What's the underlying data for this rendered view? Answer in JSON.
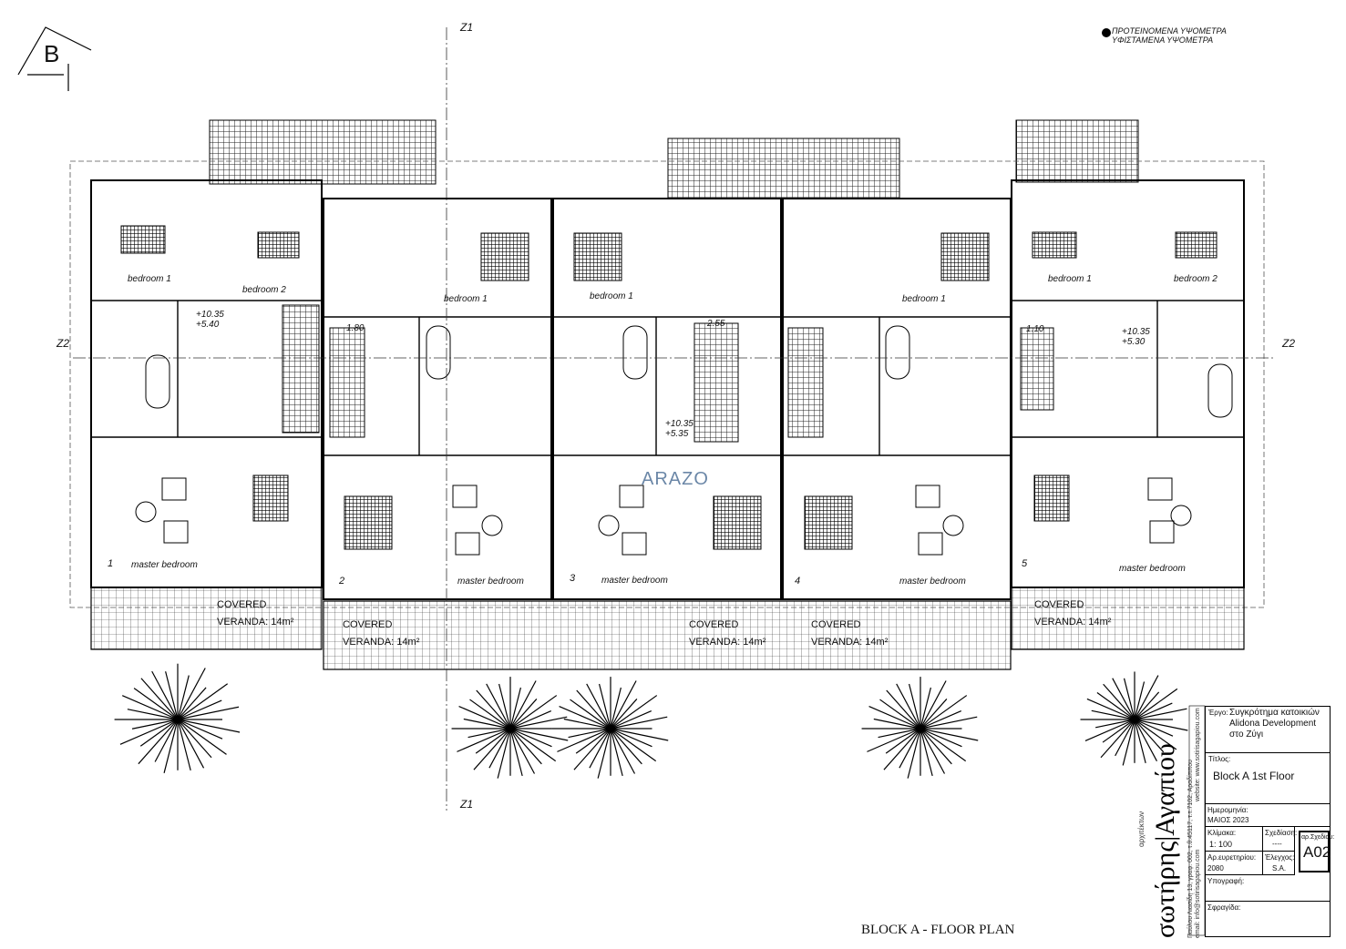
{
  "legend": {
    "proposed": "ΠΡΟΤΕΙΝΟΜΕΝΑ ΥΨΟΜΕΤΡΑ",
    "existing": "ΥΦΙΣΤΑΜΕΝΑ ΥΨΟΜΕΤΡΑ"
  },
  "north_label": "B",
  "section_lines": {
    "z1": "Z1",
    "z2": "Z2"
  },
  "rooms": {
    "bedroom1": "bedroom 1",
    "bedroom2": "bedroom 2",
    "master": "master bedroom",
    "units": [
      "1",
      "2",
      "3",
      "4",
      "5"
    ]
  },
  "veranda": {
    "line1": "COVERED",
    "line2": "VERANDA: 14m²"
  },
  "levels": [
    {
      "top": "+10.35",
      "bottom": "+5.40"
    },
    {
      "top": "+10.35",
      "bottom": "+5.35"
    },
    {
      "top": "+10.35",
      "bottom": "+5.30"
    }
  ],
  "dims": [
    "1.80",
    "2.55",
    "1.10"
  ],
  "watermark": "ARAZO",
  "drawing_title": "BLOCK A - FLOOR PLAN",
  "architect": {
    "name": "σωτήρης|Αγαπίου",
    "role": "αρχιτέκτων",
    "address": "Παύλου Λιασίδη 13, γραφ. 002, τ.θ.45117, τ.τ.7102, Αραδίππου",
    "web": "website: www.sotirisagapiou.com",
    "email": "email: info@sotirisagapiou.com"
  },
  "title_block": {
    "project_label": "Έργο:",
    "project": "Συγκρότημα κατοικιών Alidona Development στο Ζύγι",
    "title_label": "Τίτλος:",
    "title": "Block A 1st Floor",
    "date_label": "Ημερομηνία:",
    "date": "ΜΑΙΟΣ 2023",
    "scale_label": "Κλίμακα:",
    "scale": "1: 100",
    "drawn_label": "Σχεδίαση:",
    "drawn": "----",
    "drawing_no_label": "αρ.Σχεδίου:",
    "drawing_no": "A02",
    "inventory_label": "Αρ.ευρετηρίου:",
    "inventory": "2080",
    "check_label": "Έλεγχος:",
    "check": "S.A.",
    "signature_label": "Υπογραφή:",
    "stamp_label": "Σφραγίδα:"
  }
}
